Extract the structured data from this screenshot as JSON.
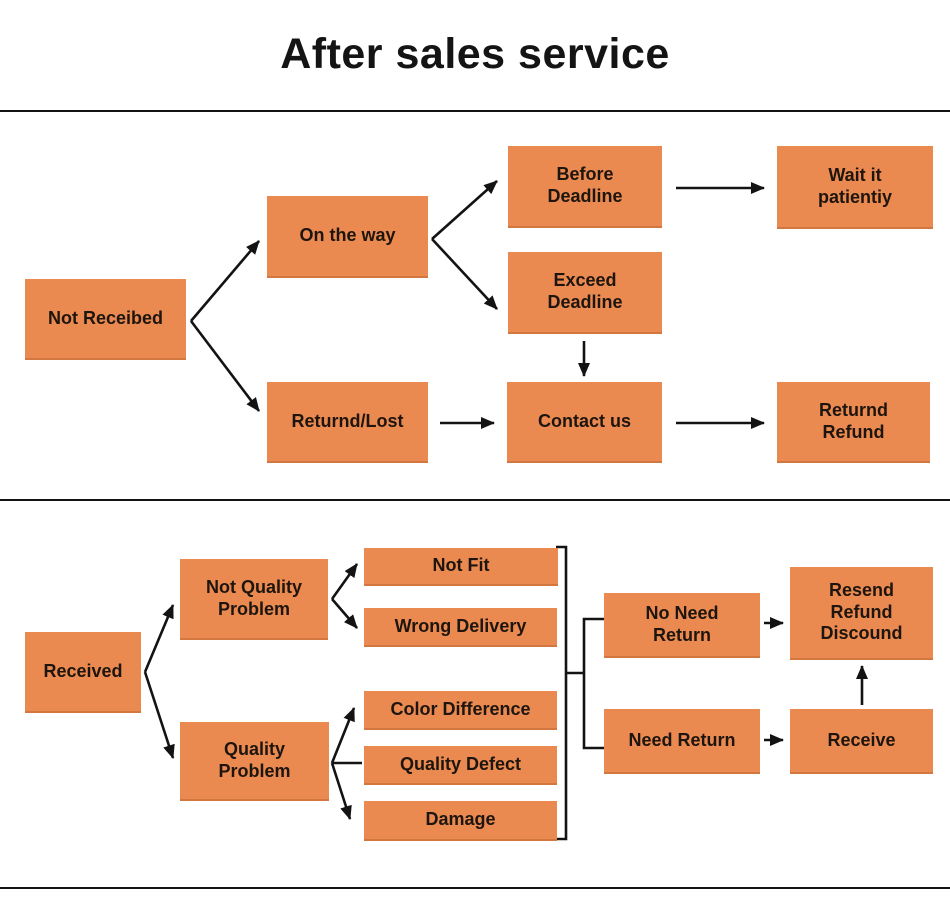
{
  "title": "After sales service",
  "colors": {
    "node_fill": "#EA8A51",
    "node_shade": "#D2773F",
    "text": "#1E150E",
    "line": "#131313",
    "background": "#FFFFFF"
  },
  "nodes": {
    "not_received": {
      "label": "Not Receibed"
    },
    "on_the_way": {
      "label": "On the way"
    },
    "before_deadline": {
      "label": "Before\nDeadline"
    },
    "exceed_deadline": {
      "label": "Exceed\nDeadline"
    },
    "wait_patiently": {
      "label": "Wait it\npatientiy"
    },
    "returned_lost": {
      "label": "Returnd/Lost"
    },
    "contact_us": {
      "label": "Contact us"
    },
    "returned_refund": {
      "label": "Returnd\nRefund"
    },
    "received": {
      "label": "Received"
    },
    "not_quality_problem": {
      "label": "Not Quality\nProblem"
    },
    "quality_problem": {
      "label": "Quality\nProblem"
    },
    "not_fit": {
      "label": "Not Fit"
    },
    "wrong_delivery": {
      "label": "Wrong Delivery"
    },
    "color_difference": {
      "label": "Color Difference"
    },
    "quality_defect": {
      "label": "Quality Defect"
    },
    "damage": {
      "label": "Damage"
    },
    "no_need_return": {
      "label": "No Need\nReturn"
    },
    "need_return": {
      "label": "Need Return"
    },
    "resend_refund_discount": {
      "label": "Resend\nRefund\nDiscound"
    },
    "receive": {
      "label": "Receive"
    }
  },
  "edges": [
    {
      "from": "not_received",
      "to": "on_the_way",
      "arrow": true
    },
    {
      "from": "not_received",
      "to": "returned_lost",
      "arrow": true
    },
    {
      "from": "on_the_way",
      "to": "before_deadline",
      "arrow": true
    },
    {
      "from": "on_the_way",
      "to": "exceed_deadline",
      "arrow": true
    },
    {
      "from": "before_deadline",
      "to": "wait_patiently",
      "arrow": true
    },
    {
      "from": "exceed_deadline",
      "to": "contact_us",
      "arrow": true
    },
    {
      "from": "returned_lost",
      "to": "contact_us",
      "arrow": true
    },
    {
      "from": "contact_us",
      "to": "returned_refund",
      "arrow": true
    },
    {
      "from": "received",
      "to": "not_quality_problem",
      "arrow": true
    },
    {
      "from": "received",
      "to": "quality_problem",
      "arrow": true
    },
    {
      "from": "not_quality_problem",
      "to": "not_fit",
      "arrow": true
    },
    {
      "from": "not_quality_problem",
      "to": "wrong_delivery",
      "arrow": true
    },
    {
      "from": "quality_problem",
      "to": "color_difference",
      "arrow": true
    },
    {
      "from": "quality_problem",
      "to": "quality_defect",
      "arrow": false
    },
    {
      "from": "quality_problem",
      "to": "damage",
      "arrow": true
    },
    {
      "from": "group(not_fit,wrong_delivery,color_difference,quality_defect,damage)",
      "to": "group(no_need_return,need_return)",
      "arrow": false
    },
    {
      "from": "no_need_return",
      "to": "resend_refund_discount",
      "arrow": true
    },
    {
      "from": "need_return",
      "to": "receive",
      "arrow": true
    },
    {
      "from": "receive",
      "to": "resend_refund_discount",
      "arrow": true
    }
  ]
}
